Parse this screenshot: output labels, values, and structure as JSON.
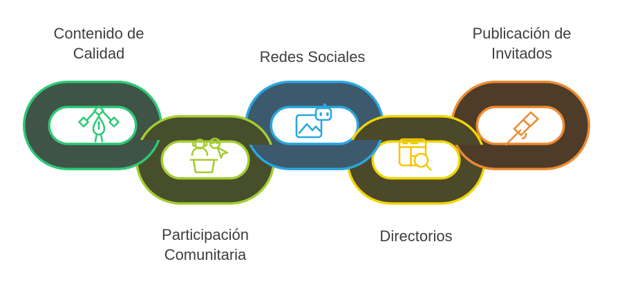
{
  "diagram": {
    "background_color": "#ffffff",
    "text_color": "#3e3e3e",
    "links": [
      {
        "label": "Contenido de Calidad",
        "fill_color": "#3f5347",
        "border_color": "#2fc876",
        "icon_color": "#2fc876",
        "icon": "pen-tool-icon"
      },
      {
        "label": "Participación Comunitaria",
        "fill_color": "#474e2c",
        "border_color": "#a4cd32",
        "icon_color": "#a4cd32",
        "icon": "speaker-podium-icon"
      },
      {
        "label": "Redes Sociales",
        "fill_color": "#3d5a6c",
        "border_color": "#2aa7e0",
        "icon_color": "#2aa7e0",
        "icon": "image-robot-icon"
      },
      {
        "label": "Directorios",
        "fill_color": "#4c482a",
        "border_color": "#f0d500",
        "icon_color": "#f5c606",
        "icon": "table-search-icon"
      },
      {
        "label": "Publicación de Invitados",
        "fill_color": "#4e3c28",
        "border_color": "#ed8b33",
        "icon_color": "#ed8b33",
        "icon": "flag-icon"
      }
    ]
  }
}
